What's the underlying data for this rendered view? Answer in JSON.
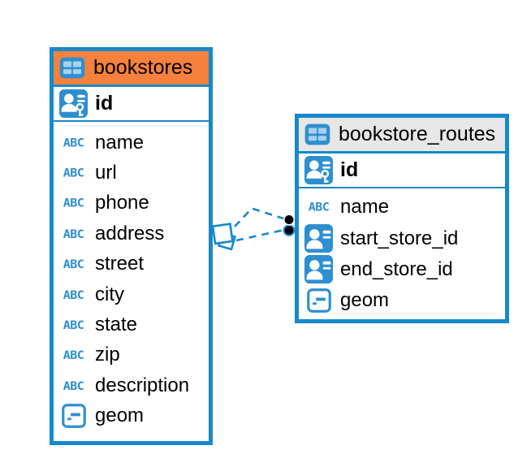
{
  "diagram": {
    "type": "entity-relationship-diagram",
    "colors": {
      "accent_blue": "#1789CB",
      "icon_blue": "#2E8FD0",
      "header_orange": "#F6813C",
      "header_gray": "#E7E7E7",
      "text": "#000000",
      "background": "#FFFFFF",
      "connector_dot": "#000000"
    },
    "icons": {
      "abc_label": "ABC",
      "table_icon": "table-grid",
      "pk_icon": "person-with-key",
      "fk_icon": "person-card",
      "geom_icon": "geometry-square"
    },
    "tables": [
      {
        "title": "bookstores",
        "header_style": "orange",
        "primary_key": {
          "label": "id",
          "type": "pk"
        },
        "fields": [
          {
            "label": "name",
            "type": "text"
          },
          {
            "label": "url",
            "type": "text"
          },
          {
            "label": "phone",
            "type": "text"
          },
          {
            "label": "address",
            "type": "text"
          },
          {
            "label": "street",
            "type": "text"
          },
          {
            "label": "city",
            "type": "text"
          },
          {
            "label": "state",
            "type": "text"
          },
          {
            "label": "zip",
            "type": "text"
          },
          {
            "label": "description",
            "type": "text"
          },
          {
            "label": "geom",
            "type": "geometry"
          }
        ]
      },
      {
        "title": "bookstore_routes",
        "header_style": "gray",
        "primary_key": {
          "label": "id",
          "type": "pk"
        },
        "fields": [
          {
            "label": "name",
            "type": "text"
          },
          {
            "label": "start_store_id",
            "type": "fk"
          },
          {
            "label": "end_store_id",
            "type": "fk"
          },
          {
            "label": "geom",
            "type": "geometry"
          }
        ]
      }
    ],
    "relationship": {
      "from_table": "bookstore_routes",
      "to_table": "bookstores",
      "line_style": "dashed",
      "source_marker": "double-dot",
      "target_marker": "overlapping-diamonds"
    }
  }
}
